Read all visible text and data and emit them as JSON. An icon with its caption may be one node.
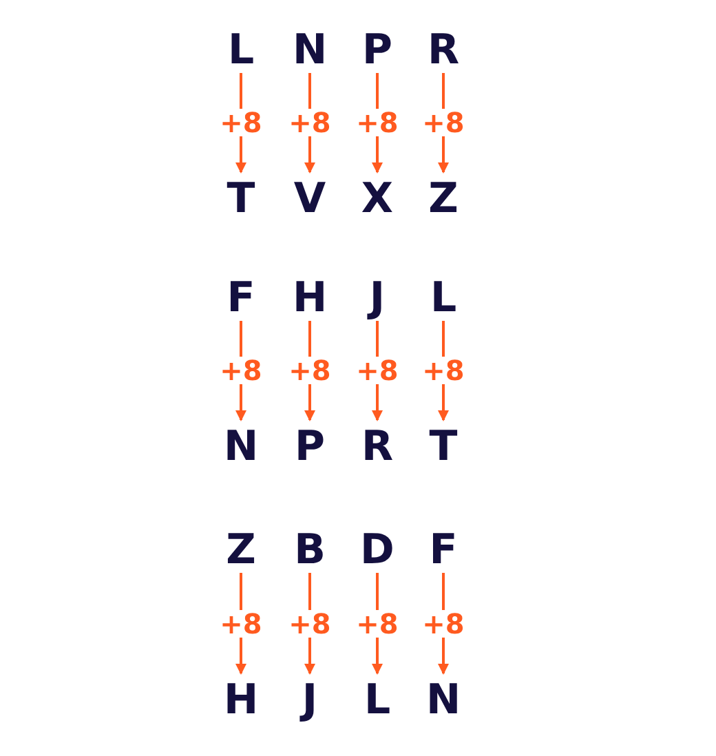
{
  "diagram": {
    "nodes": [
      {
        "text": [
          "L"
        ]
      },
      {
        "text": [
          "N"
        ]
      },
      {
        "text": [
          "P"
        ]
      },
      {
        "text": [
          "R"
        ]
      },
      {
        "text": [
          "T"
        ]
      },
      {
        "text": [
          "V"
        ]
      },
      {
        "text": [
          "X"
        ]
      },
      {
        "text": [
          "Z"
        ]
      },
      {
        "text": [
          "F"
        ]
      },
      {
        "text": [
          "H"
        ]
      },
      {
        "text": [
          "J"
        ]
      },
      {
        "text": [
          "L"
        ]
      },
      {
        "text": [
          "N"
        ]
      },
      {
        "text": [
          "P"
        ]
      },
      {
        "text": [
          "R"
        ]
      },
      {
        "text": [
          "T"
        ]
      },
      {
        "text": [
          "Z"
        ]
      },
      {
        "text": [
          "B"
        ]
      },
      {
        "text": [
          "D"
        ]
      },
      {
        "text": [
          "F"
        ]
      },
      {
        "text": [
          "H"
        ]
      },
      {
        "text": [
          "J"
        ]
      },
      {
        "text": [
          "L"
        ]
      },
      {
        "text": [
          "N"
        ]
      }
    ],
    "edges": [
      {
        "from": 0,
        "to": 4,
        "arrow": "to",
        "label": "+8"
      },
      {
        "from": 1,
        "to": 5,
        "arrow": "to",
        "label": "+8"
      },
      {
        "from": 2,
        "to": 6,
        "arrow": "to",
        "label": "+8"
      },
      {
        "from": 3,
        "to": 7,
        "arrow": "to",
        "label": "+8"
      },
      {
        "from": 8,
        "to": 12,
        "arrow": "to",
        "label": "+8"
      },
      {
        "from": 9,
        "to": 13,
        "arrow": "to",
        "label": "+8"
      },
      {
        "from": 10,
        "to": 14,
        "arrow": "to",
        "label": "+8"
      },
      {
        "from": 11,
        "to": 15,
        "arrow": "to",
        "label": "+8"
      },
      {
        "from": 16,
        "to": 20,
        "arrow": "to",
        "label": "+8"
      },
      {
        "from": 17,
        "to": 21,
        "arrow": "to",
        "label": "+8"
      },
      {
        "from": 18,
        "to": 22,
        "arrow": "to",
        "label": "+8"
      },
      {
        "from": 19,
        "to": 23,
        "arrow": "to",
        "label": "+8"
      }
    ]
  }
}
